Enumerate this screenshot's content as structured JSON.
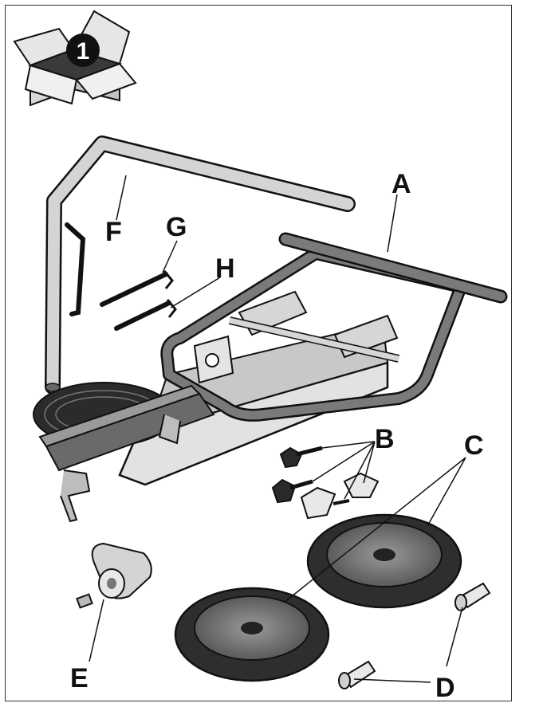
{
  "step_number": "1",
  "part_labels": {
    "a": "A",
    "b": "B",
    "c": "C",
    "d": "D",
    "e": "E",
    "f": "F",
    "g": "G",
    "h": "H"
  },
  "colors": {
    "tube": "#d2d2d2",
    "tube_dark": "#4a4a4a",
    "tire": "#2e2e2e",
    "outline": "#111111"
  },
  "icons": [
    "box-icon",
    "step-badge-icon"
  ]
}
